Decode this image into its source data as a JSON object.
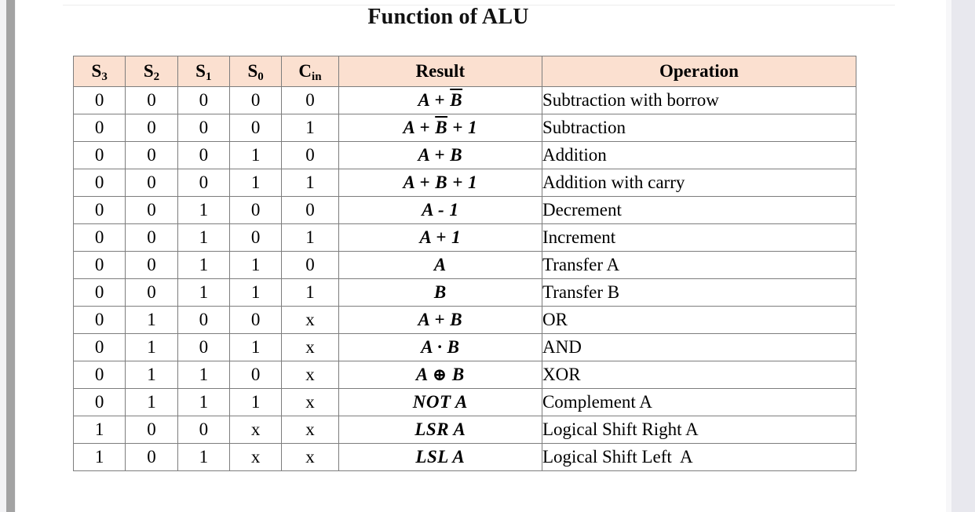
{
  "page": {
    "title": "Function of ALU",
    "header_bg": "#fbe0d0",
    "border_color": "#7d7d7d",
    "text_color": "#000000"
  },
  "table": {
    "columns": [
      {
        "key": "s3",
        "label": "S",
        "sub": "3",
        "align": "center"
      },
      {
        "key": "s2",
        "label": "S",
        "sub": "2",
        "align": "center"
      },
      {
        "key": "s1",
        "label": "S",
        "sub": "1",
        "align": "center"
      },
      {
        "key": "s0",
        "label": "S",
        "sub": "0",
        "align": "center"
      },
      {
        "key": "cin",
        "label": "C",
        "sub": "in",
        "align": "center"
      },
      {
        "key": "result",
        "label": "Result",
        "sub": "",
        "align": "center"
      },
      {
        "key": "op",
        "label": "Operation",
        "sub": "",
        "align": "center"
      }
    ],
    "rows": [
      {
        "s3": "0",
        "s2": "0",
        "s1": "0",
        "s0": "0",
        "cin": "0",
        "result_plain": "A + B̅",
        "op": "Subtraction with borrow"
      },
      {
        "s3": "0",
        "s2": "0",
        "s1": "0",
        "s0": "0",
        "cin": "1",
        "result_plain": "A + B̅ + 1",
        "op": "Subtraction"
      },
      {
        "s3": "0",
        "s2": "0",
        "s1": "0",
        "s0": "1",
        "cin": "0",
        "result_plain": "A + B",
        "op": "Addition"
      },
      {
        "s3": "0",
        "s2": "0",
        "s1": "0",
        "s0": "1",
        "cin": "1",
        "result_plain": "A + B + 1",
        "op": "Addition with carry"
      },
      {
        "s3": "0",
        "s2": "0",
        "s1": "1",
        "s0": "0",
        "cin": "0",
        "result_plain": "A - 1",
        "op": "Decrement"
      },
      {
        "s3": "0",
        "s2": "0",
        "s1": "1",
        "s0": "0",
        "cin": "1",
        "result_plain": "A + 1",
        "op": "Increment"
      },
      {
        "s3": "0",
        "s2": "0",
        "s1": "1",
        "s0": "1",
        "cin": "0",
        "result_plain": "A",
        "op": "Transfer A"
      },
      {
        "s3": "0",
        "s2": "0",
        "s1": "1",
        "s0": "1",
        "cin": "1",
        "result_plain": "B",
        "op": "Transfer B"
      },
      {
        "s3": "0",
        "s2": "1",
        "s1": "0",
        "s0": "0",
        "cin": "x",
        "result_plain": "A + B",
        "op": "OR"
      },
      {
        "s3": "0",
        "s2": "1",
        "s1": "0",
        "s0": "1",
        "cin": "x",
        "result_plain": "A · B",
        "op": "AND"
      },
      {
        "s3": "0",
        "s2": "1",
        "s1": "1",
        "s0": "0",
        "cin": "x",
        "result_plain": "A ⊕ B",
        "op": "XOR"
      },
      {
        "s3": "0",
        "s2": "1",
        "s1": "1",
        "s0": "1",
        "cin": "x",
        "result_plain": "NOT A",
        "op": "Complement A"
      },
      {
        "s3": "1",
        "s2": "0",
        "s1": "0",
        "s0": "x",
        "cin": "x",
        "result_plain": "LSR A",
        "op": "Logical Shift Right A"
      },
      {
        "s3": "1",
        "s2": "0",
        "s1": "1",
        "s0": "x",
        "cin": "x",
        "result_plain": "LSL A",
        "op": "Logical Shift Left  A"
      }
    ]
  }
}
